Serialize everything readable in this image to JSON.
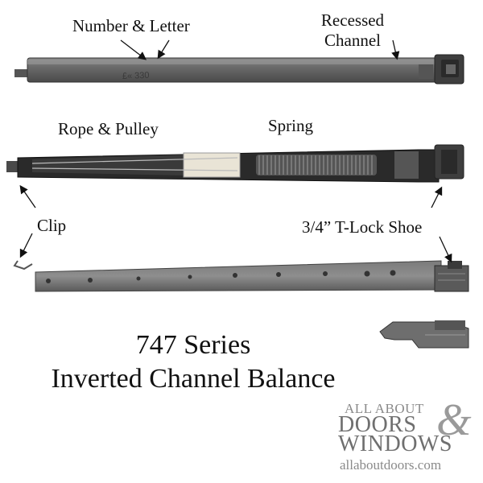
{
  "labels": {
    "number_letter": "Number & Letter",
    "recessed_channel_line1": "Recessed",
    "recessed_channel_line2": "Channel",
    "rope_pulley": "Rope & Pulley",
    "spring": "Spring",
    "clip": "Clip",
    "tlock_shoe": "3/4” T-Lock Shoe",
    "part_marking": "£« 330"
  },
  "title": {
    "line1": "747 Series",
    "line2": "Inverted Channel Balance"
  },
  "logo": {
    "top": "ALL ABOUT",
    "doors": "DOORS",
    "amp": "&",
    "windows": "WINDOWS",
    "url": "allaboutdoors.com"
  }
}
